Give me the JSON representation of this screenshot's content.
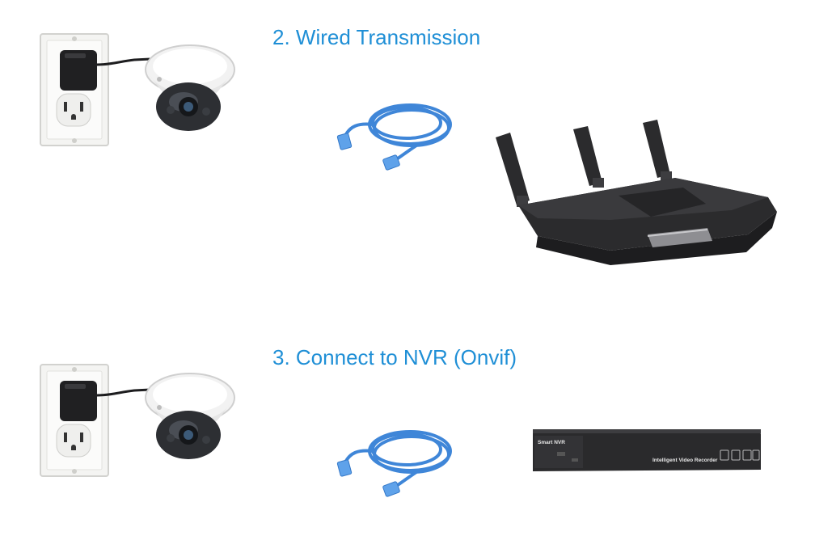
{
  "sections": [
    {
      "title": "2. Wired Transmission",
      "items": [
        {
          "icon": "power-outlet-icon"
        },
        {
          "icon": "dome-camera-icon"
        },
        {
          "icon": "ethernet-cable-icon"
        },
        {
          "icon": "wifi-router-icon"
        }
      ]
    },
    {
      "title": "3. Connect to NVR (Onvif)",
      "items": [
        {
          "icon": "power-outlet-icon"
        },
        {
          "icon": "dome-camera-icon"
        },
        {
          "icon": "ethernet-cable-icon"
        },
        {
          "icon": "nvr-recorder-icon"
        }
      ],
      "nvr": {
        "brand": "Smart NVR",
        "label": "Intelligent Video Recorder"
      }
    }
  ],
  "colors": {
    "heading": "#1f8fd6",
    "cable": "#3f86d8",
    "device_dark": "#2b2b2d"
  }
}
